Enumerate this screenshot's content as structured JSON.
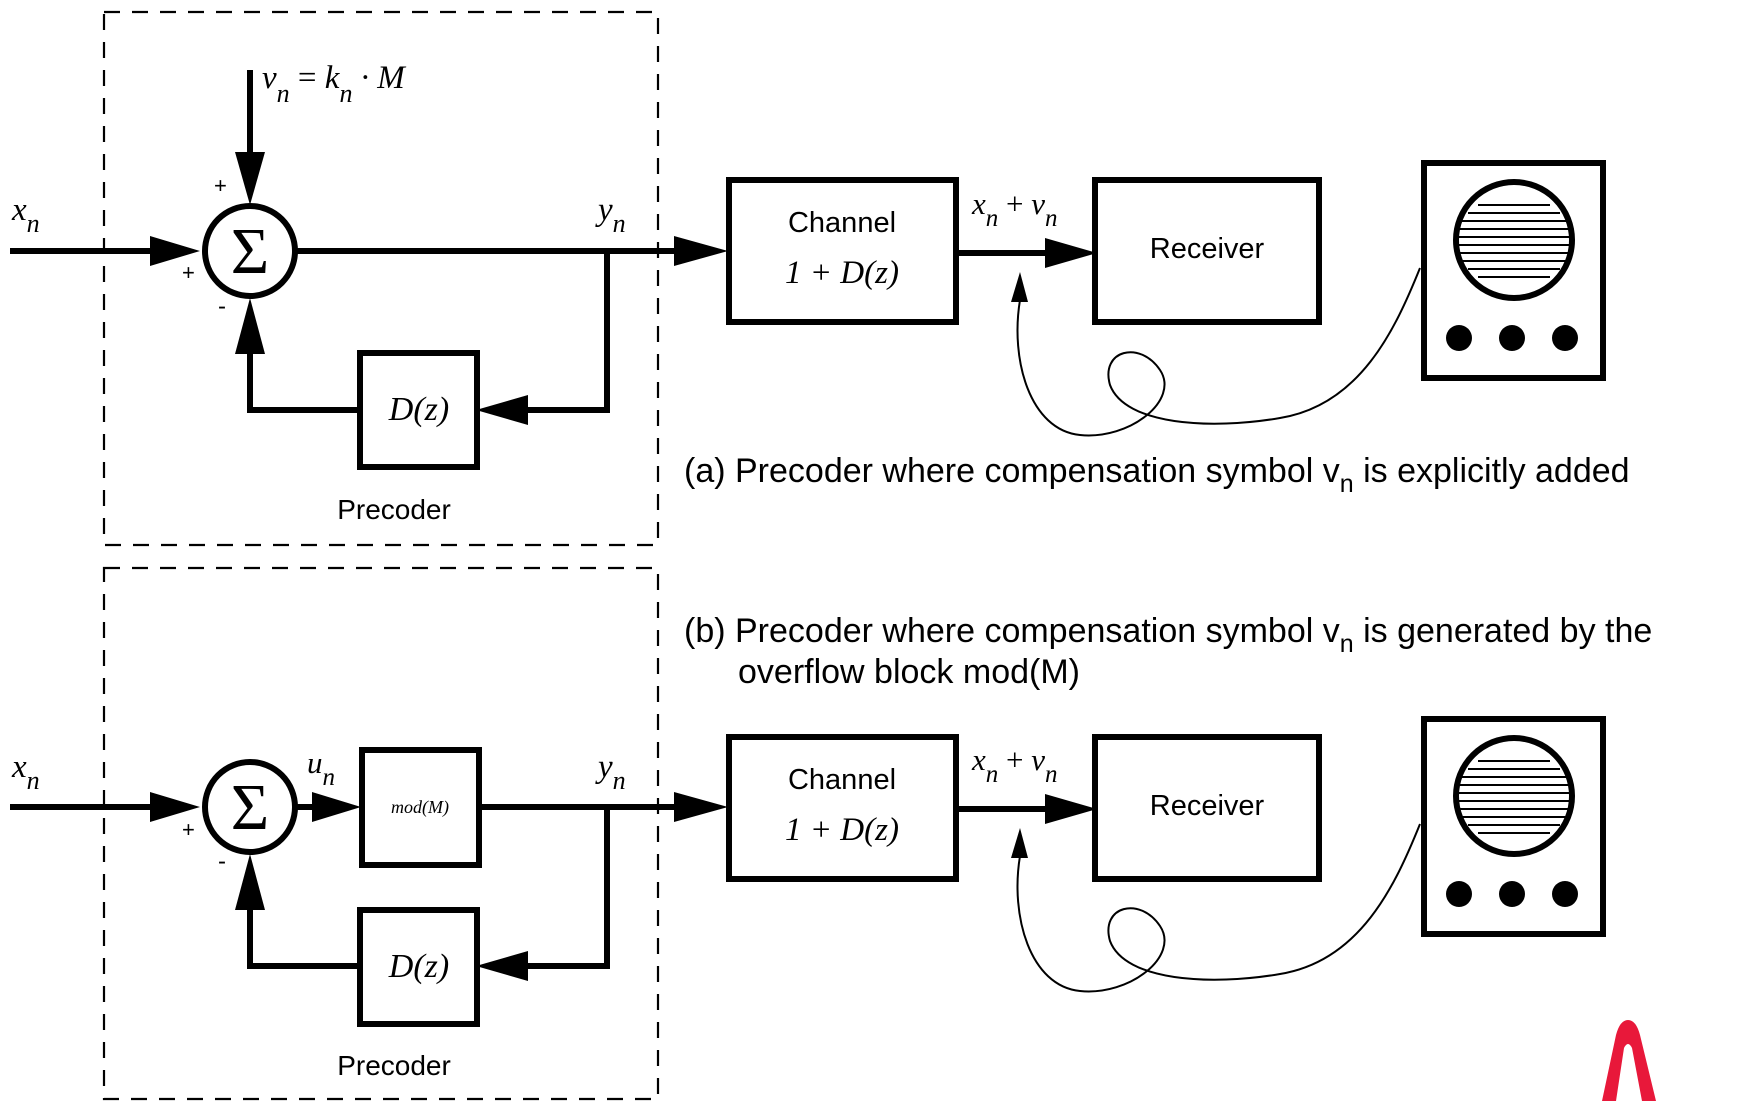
{
  "colors": {
    "ink": "#000000",
    "background": "#ffffff",
    "accent_mark": "#e8183a"
  },
  "part_a": {
    "input_label": "x",
    "input_sub": "n",
    "comp_eq": {
      "v": "v",
      "v_sub": "n",
      "eq": " = ",
      "k": "k",
      "k_sub": "n",
      "rest": " · M"
    },
    "sign_top": "+",
    "sign_left": "+",
    "sign_bottom": "-",
    "sum_symbol": "Σ",
    "output_label": "y",
    "output_sub": "n",
    "feedback_block": "D(z)",
    "precoder_label": "Precoder",
    "channel_title": "Channel",
    "channel_tf": "1 + D(z)",
    "recv_sum": {
      "x": "x",
      "x_sub": "n",
      "plus": " + ",
      "v": "v",
      "v_sub": "n"
    },
    "receiver_label": "Receiver",
    "terminal_icon": "terminal-monitor-icon",
    "caption_pre": "(a) Precoder where compensation symbol v",
    "caption_sub": "n",
    "caption_post": " is explicitly added"
  },
  "part_b": {
    "input_label": "x",
    "input_sub": "n",
    "sign_left": "+",
    "sign_bottom": "-",
    "sum_symbol": "Σ",
    "u_label": "u",
    "u_sub": "n",
    "mod_block": "mod(M)",
    "output_label": "y",
    "output_sub": "n",
    "feedback_block": "D(z)",
    "precoder_label": "Precoder",
    "channel_title": "Channel",
    "channel_tf": "1 + D(z)",
    "recv_sum": {
      "x": "x",
      "x_sub": "n",
      "plus": " + ",
      "v": "v",
      "v_sub": "n"
    },
    "receiver_label": "Receiver",
    "terminal_icon": "terminal-monitor-icon",
    "caption_pre": "(b) Precoder where compensation symbol v",
    "caption_sub": "n",
    "caption_post": " is generated by the",
    "caption_line2": "overflow block mod(M)"
  },
  "logo": {
    "name": "red-arch-logo-icon"
  }
}
